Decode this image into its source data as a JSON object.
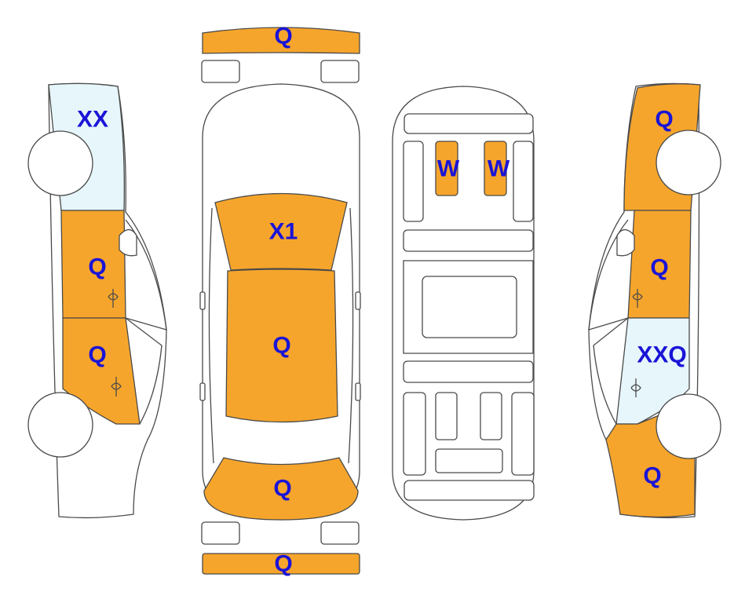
{
  "legend_codes": {
    "Q": "orange",
    "W": "orange",
    "X1": "orange",
    "XX": "cyan",
    "XXQ": "cyan"
  },
  "colors": {
    "damage_fill": "#f6a52c",
    "light_fill": "#e6f6fb",
    "label_text": "#1a14d6",
    "outline": "#4a4a4a"
  },
  "top_view": {
    "front_bumper": "Q",
    "hood": "X1",
    "roof": "Q",
    "trunk": "Q",
    "rear_bumper": "Q"
  },
  "underbody_view": {
    "seat_left": "W",
    "seat_right": "W"
  },
  "left_side": {
    "front_fender": "XX",
    "front_door": "Q",
    "rear_door": "Q"
  },
  "right_side": {
    "front_fender": "Q",
    "front_door": "Q",
    "rear_door": "XXQ",
    "rear_quarter": "Q"
  }
}
